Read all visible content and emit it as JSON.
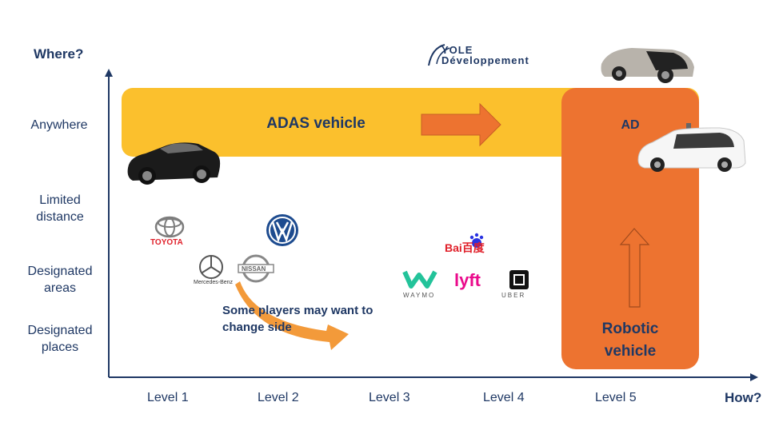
{
  "axes": {
    "y_title": "Where?",
    "x_title": "How?",
    "y_levels": [
      "Anywhere",
      "Limited distance",
      "Designated areas",
      "Designated places"
    ],
    "x_levels": [
      "Level 1",
      "Level 2",
      "Level 3",
      "Level 4",
      "Level 5"
    ]
  },
  "regions": {
    "adas_label": "ADAS vehicle",
    "ad_label": "AD",
    "robotic_label": "Robotic vehicle"
  },
  "annotation": "Some players may want to change side",
  "watermark": "YOLE Développement",
  "brands": {
    "toyota": "TOYOTA",
    "mercedes": "Mercedes-Benz",
    "nissan": "NISSAN",
    "baidu": "Bai百度",
    "waymo": "WAYMO",
    "lyft": "lyft",
    "uber": "UBER"
  },
  "colors": {
    "navy": "#1f3864",
    "adas_band": "#fbc02d",
    "robotic_box": "#ed7330",
    "arrow_orange": "#ed7330",
    "curve_orange": "#f39a3a"
  }
}
